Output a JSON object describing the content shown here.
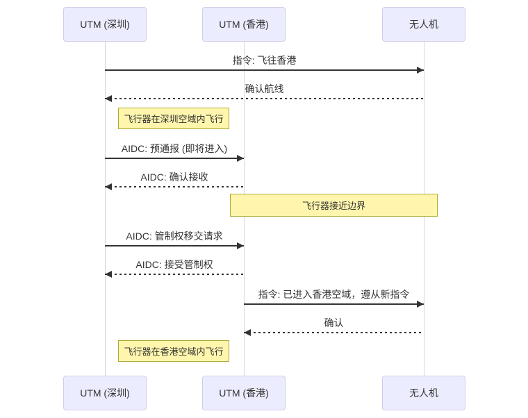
{
  "diagram": {
    "type": "sequence",
    "background": "#ffffff",
    "colors": {
      "actor_fill": "#ececff",
      "actor_border": "#d0cde8",
      "note_fill": "#fff5ad",
      "note_border": "#aaaa33",
      "message_line": "#333333",
      "lifeline": "#d6d2ec",
      "text": "#333333"
    },
    "actors": [
      {
        "id": "utm_shenzhen",
        "label": "UTM (深圳)"
      },
      {
        "id": "utm_hongkong",
        "label": "UTM (香港)"
      },
      {
        "id": "drone",
        "label": "无人机"
      }
    ],
    "messages": [
      {
        "from": "UTM (深圳)",
        "to": "无人机",
        "text": "指令: 飞往香港",
        "line": "solid"
      },
      {
        "from": "无人机",
        "to": "UTM (深圳)",
        "text": "确认航线",
        "line": "dashed"
      },
      {
        "from": "UTM (深圳)",
        "to": "UTM (香港)",
        "text": "AIDC: 预通报 (即将进入)",
        "line": "solid"
      },
      {
        "from": "UTM (香港)",
        "to": "UTM (深圳)",
        "text": "AIDC: 确认接收",
        "line": "dashed"
      },
      {
        "from": "UTM (深圳)",
        "to": "UTM (香港)",
        "text": "AIDC: 管制权移交请求",
        "line": "solid"
      },
      {
        "from": "UTM (香港)",
        "to": "UTM (深圳)",
        "text": "AIDC: 接受管制权",
        "line": "dashed"
      },
      {
        "from": "UTM (香港)",
        "to": "无人机",
        "text": "指令: 已进入香港空域，遵从新指令",
        "line": "solid"
      },
      {
        "from": "无人机",
        "to": "UTM (香港)",
        "text": "确认",
        "line": "dashed"
      }
    ],
    "notes": [
      {
        "over": "UTM (深圳)",
        "text": "飞行器在深圳空域内飞行"
      },
      {
        "over": "UTM (香港) / 无人机",
        "text": "飞行器接近边界"
      },
      {
        "over": "UTM (深圳)",
        "text": "飞行器在香港空域内飞行"
      }
    ]
  }
}
